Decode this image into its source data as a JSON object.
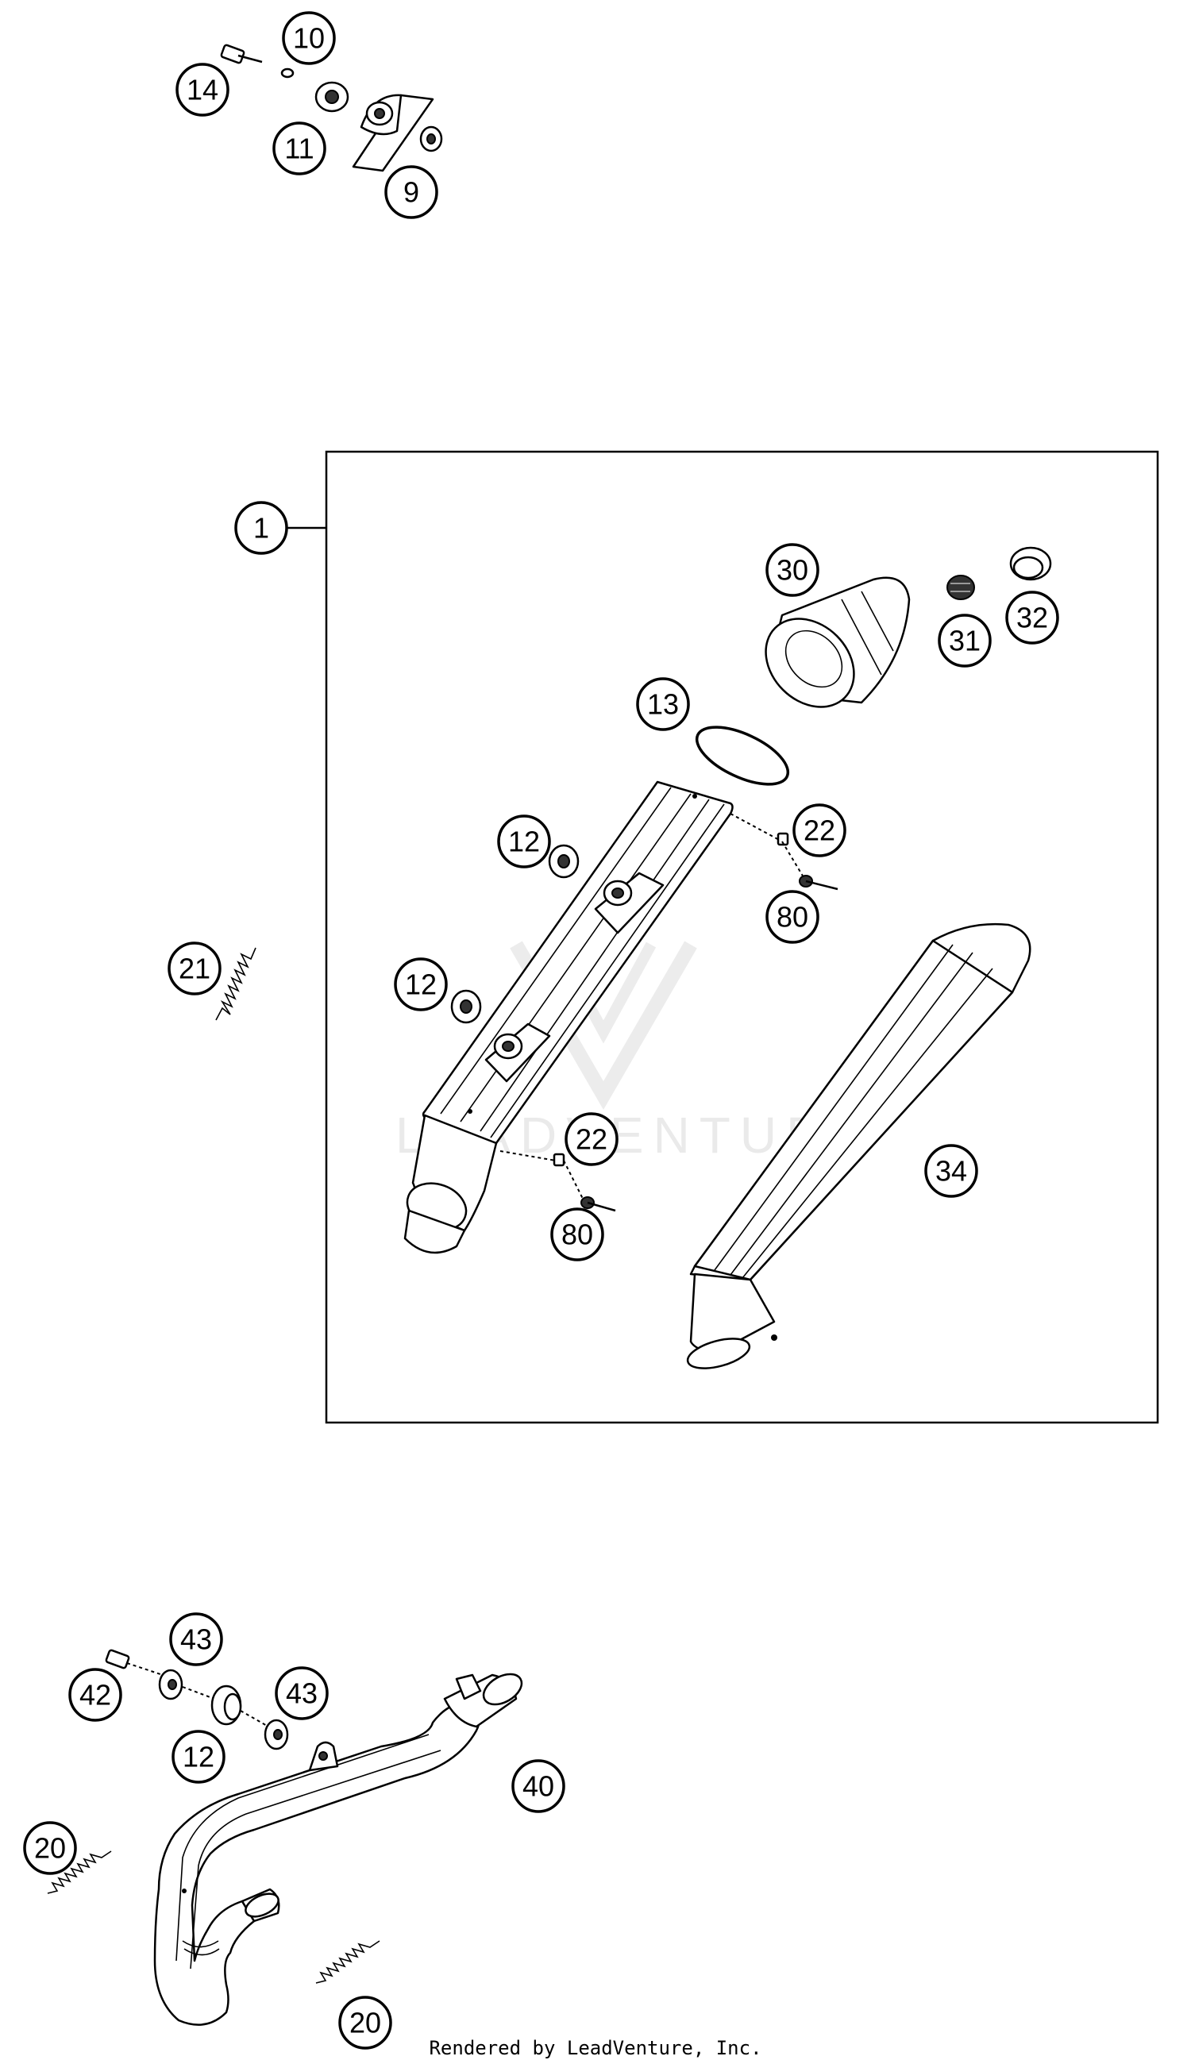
{
  "watermark": "LEADVENTURE",
  "credit": "Rendered by LeadVenture, Inc.",
  "callouts": {
    "c1": "1",
    "c9": "9",
    "c10": "10",
    "c11": "11",
    "c14": "14",
    "c12a": "12",
    "c12b": "12",
    "c12c": "12",
    "c13": "13",
    "c20a": "20",
    "c20b": "20",
    "c21": "21",
    "c22a": "22",
    "c22b": "22",
    "c30": "30",
    "c31": "31",
    "c32": "32",
    "c34": "34",
    "c40": "40",
    "c42": "42",
    "c43a": "43",
    "c43b": "43",
    "c80a": "80",
    "c80b": "80"
  }
}
